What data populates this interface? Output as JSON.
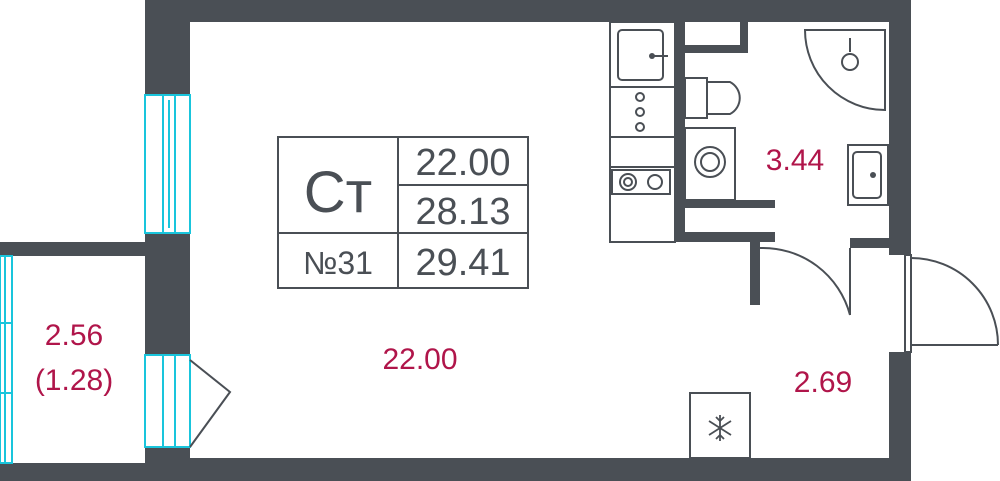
{
  "colors": {
    "wall": "#4a4f55",
    "area_label": "#b0154a",
    "window": "#19c5dc",
    "background": "#ffffff"
  },
  "info_box": {
    "type_code": "Ст",
    "apartment_number": "№31",
    "living_area": "22.00",
    "total_area": "28.13",
    "total_area_with_balcony": "29.41"
  },
  "rooms": {
    "living_room": {
      "area": "22.00"
    },
    "bathroom": {
      "area": "3.44"
    },
    "hallway": {
      "area": "2.69"
    },
    "balcony": {
      "area": "2.56",
      "reduced_area": "(1.28)"
    }
  },
  "icons": [
    "sink-icon",
    "stove-icon",
    "hob-icon",
    "toilet-icon",
    "washing-machine-icon",
    "shower-icon",
    "bathroom-sink-icon",
    "fridge-snowflake-icon"
  ]
}
